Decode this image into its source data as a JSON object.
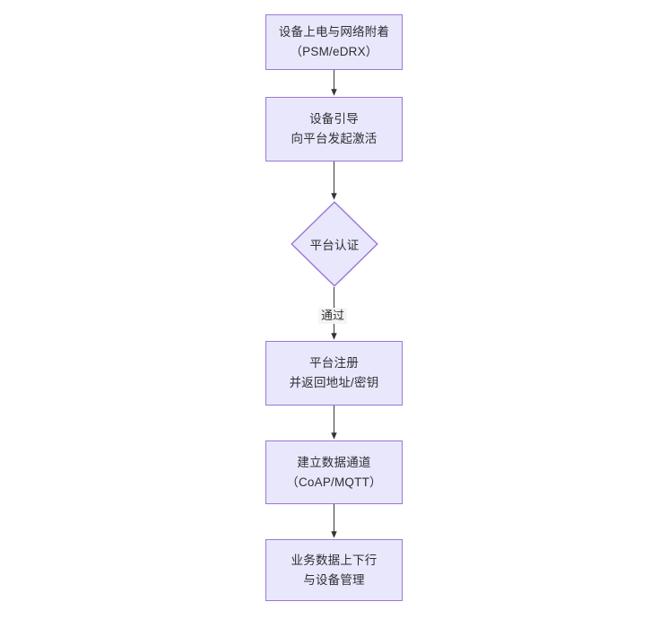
{
  "diagram": {
    "type": "flowchart",
    "orientation": "top-to-bottom",
    "theme": {
      "node_fill": "#e9e7fb",
      "node_border": "#9a77d6",
      "text_color": "#2f2f33",
      "connector_color": "#4a4a4a",
      "edge_label_background": "#f5f5f5",
      "canvas_background": "#ffffff"
    },
    "nodes": [
      {
        "id": "power-on",
        "shape": "rectangle",
        "line1": "设备上电与网络附着",
        "line2": "（PSM/eDRX）"
      },
      {
        "id": "bootstrap",
        "shape": "rectangle",
        "line1": "设备引导",
        "line2": "向平台发起激活"
      },
      {
        "id": "platform-auth",
        "shape": "diamond",
        "line1": "平台认证",
        "line2": ""
      },
      {
        "id": "platform-register",
        "shape": "rectangle",
        "line1": "平台注册",
        "line2": "并返回地址/密钥"
      },
      {
        "id": "data-channel",
        "shape": "rectangle",
        "line1": "建立数据通道",
        "line2": "（CoAP/MQTT）"
      },
      {
        "id": "business-data",
        "shape": "rectangle",
        "line1": "业务数据上下行",
        "line2": "与设备管理"
      }
    ],
    "edges": [
      {
        "from": "power-on",
        "to": "bootstrap",
        "label": ""
      },
      {
        "from": "bootstrap",
        "to": "platform-auth",
        "label": ""
      },
      {
        "from": "platform-auth",
        "to": "platform-register",
        "label": "通过"
      },
      {
        "from": "platform-register",
        "to": "data-channel",
        "label": ""
      },
      {
        "from": "data-channel",
        "to": "business-data",
        "label": ""
      }
    ]
  }
}
